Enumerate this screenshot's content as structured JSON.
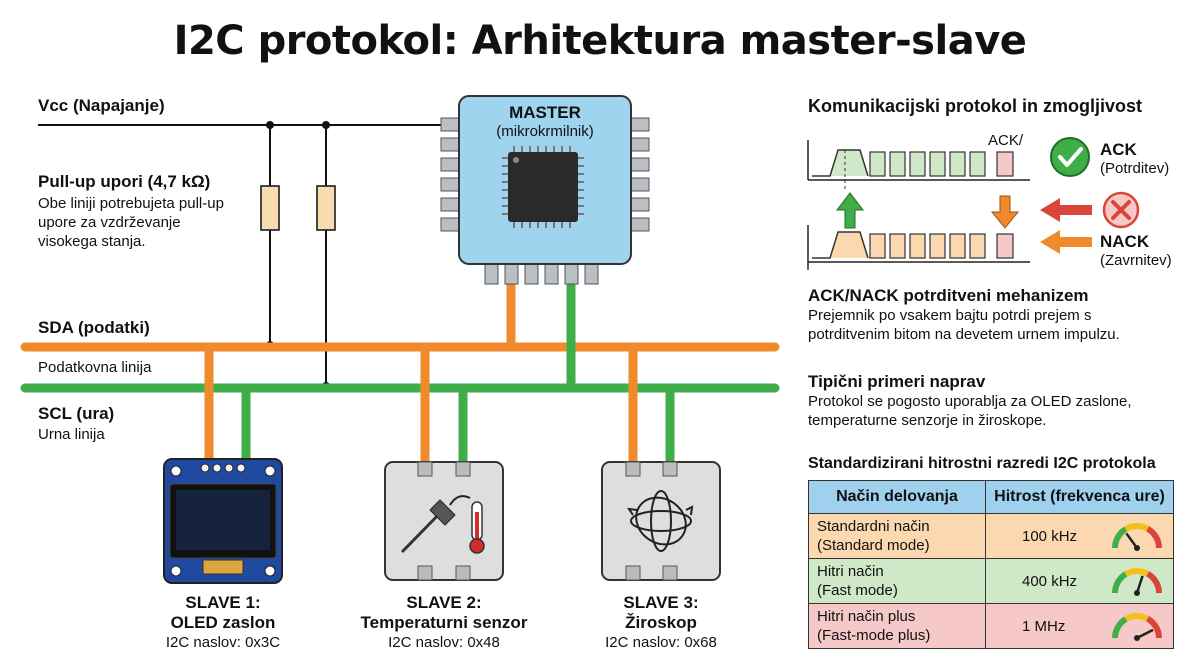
{
  "title": "I2C protokol: Arhitektura master-slave",
  "vcc": {
    "label": "Vcc (Napajanje)"
  },
  "pullup": {
    "title": "Pull-up upori (4,7 kΩ)",
    "desc": [
      "Obe liniji potrebujeta pull-up",
      "upore za vzdrževanje",
      "visokega stanja."
    ]
  },
  "sda": {
    "label": "SDA (podatki)",
    "sub": "Podatkovna linija",
    "color": "#f08a2c"
  },
  "scl": {
    "label": "SCL (ura)",
    "sub": "Urna linija",
    "color": "#3fae49"
  },
  "master": {
    "title": "MASTER",
    "sub": "(mikrokrmilnik)"
  },
  "slaves": [
    {
      "name": "SLAVE 1:",
      "device": "OLED zaslon",
      "address": "I2C naslov: 0x3C",
      "icon": "oled-display-icon"
    },
    {
      "name": "SLAVE 2:",
      "device": "Temperaturni senzor",
      "address": "I2C naslov: 0x48",
      "icon": "thermometer-icon"
    },
    {
      "name": "SLAVE 3:",
      "device": "Žiroskop",
      "address": "I2C naslov: 0x68",
      "icon": "gyroscope-icon"
    }
  ],
  "protocol": {
    "title": "Komunikacijski protokol in zmogljivost",
    "wave_label": "ACK/",
    "ack": {
      "label": "ACK",
      "sub": "(Potrditev)"
    },
    "nack": {
      "label": "NACK",
      "sub": "(Zavrnitev)"
    }
  },
  "acknack": {
    "title": "ACK/NACK potrditveni mehanizem",
    "desc": [
      "Prejemnik po vsakem bajtu potrdi prejem s",
      "potrditvenim bitom na devetem urnem impulzu."
    ]
  },
  "examples": {
    "title": "Tipični primeri naprav",
    "desc": [
      "Protokol se pogosto uporablja za OLED zaslone,",
      "temperaturne senzorje in žiroskope."
    ]
  },
  "speed_table": {
    "title": "Standardizirani hitrostni razredi I2C protokola",
    "headers": [
      "Način delovanja",
      "Hitrost (frekvenca ure)"
    ],
    "rows": [
      {
        "mode": "Standardni način",
        "mode_en": "(Standard mode)",
        "speed": "100 kHz",
        "gauge": 0.3
      },
      {
        "mode": "Hitri način",
        "mode_en": "(Fast mode)",
        "speed": "400 kHz",
        "gauge": 0.6
      },
      {
        "mode": "Hitri način plus",
        "mode_en": "(Fast-mode plus)",
        "speed": "1 MHz",
        "gauge": 0.85
      }
    ]
  }
}
